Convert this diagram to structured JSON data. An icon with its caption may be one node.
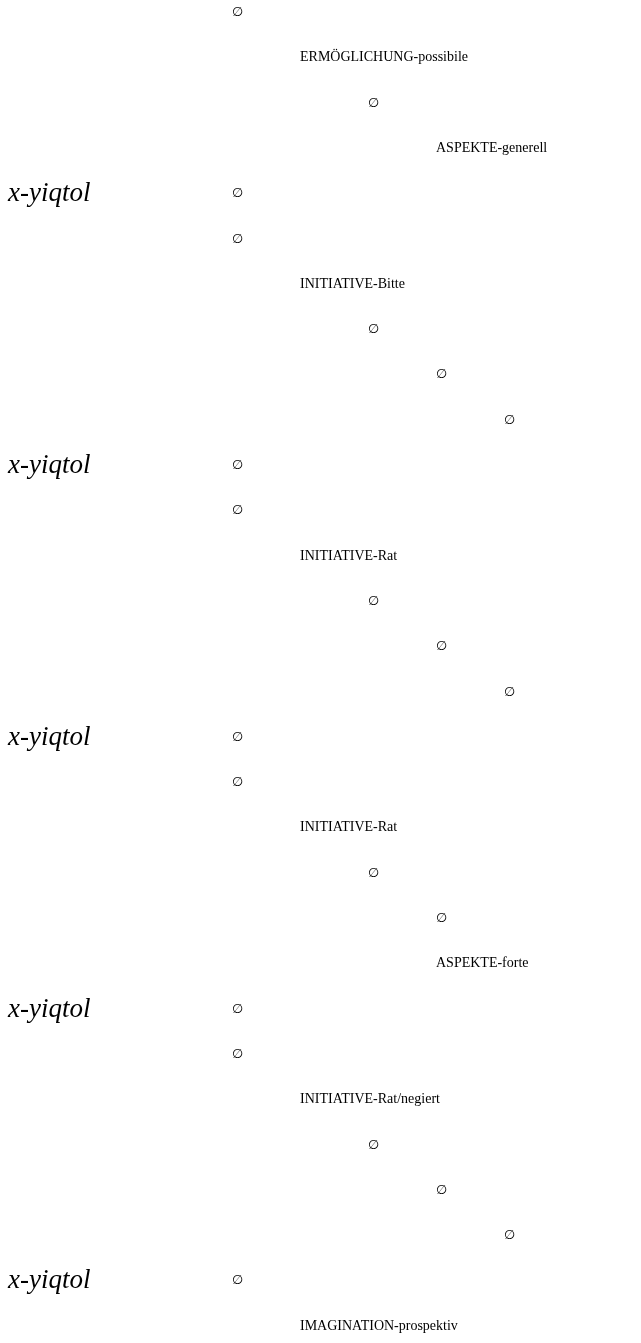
{
  "diagram": {
    "labels": [
      "∅",
      "ERMÖGLICHUNG-possibile",
      "∅",
      "ASPEKTE-generell",
      "x-yiqtol",
      "∅",
      "∅",
      "INITIATIVE-Bitte",
      "∅",
      "∅",
      "∅",
      "x-yiqtol",
      "∅",
      "∅",
      "INITIATIVE-Rat",
      "∅",
      "∅",
      "∅",
      "x-yiqtol",
      "∅",
      "∅",
      "INITIATIVE-Rat",
      "∅",
      "∅",
      "ASPEKTE-forte",
      "x-yiqtol",
      "∅",
      "∅",
      "INITIATIVE-Rat/negiert",
      "∅",
      "∅",
      "∅",
      "x-yiqtol",
      "∅",
      "IMAGINATION-prospektiv"
    ]
  }
}
